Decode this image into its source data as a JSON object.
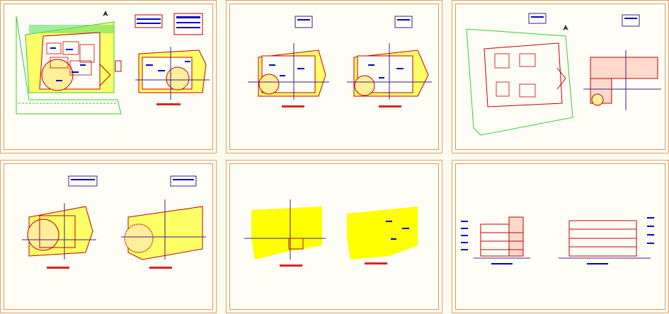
{
  "colors": {
    "frame": "#d99a55",
    "paper": "#fffef6",
    "fill": "#ffff00",
    "wall": "#c00000",
    "axis": "#3b1f8c",
    "label": "#0000cc",
    "site": "#33cc33",
    "title_bar": "#dd2222"
  },
  "sheets": [
    {
      "id": "sheet-1",
      "content": "site-plan-and-ground-floor"
    },
    {
      "id": "sheet-2",
      "content": "two-floor-plans"
    },
    {
      "id": "sheet-3",
      "content": "site-plan-and-roof-plan"
    },
    {
      "id": "sheet-4",
      "content": "two-upper-floor-plans"
    },
    {
      "id": "sheet-5",
      "content": "two-slab-plans"
    },
    {
      "id": "sheet-6",
      "content": "two-sections"
    }
  ],
  "icons": {
    "north_arrow": "north-arrow-icon"
  }
}
